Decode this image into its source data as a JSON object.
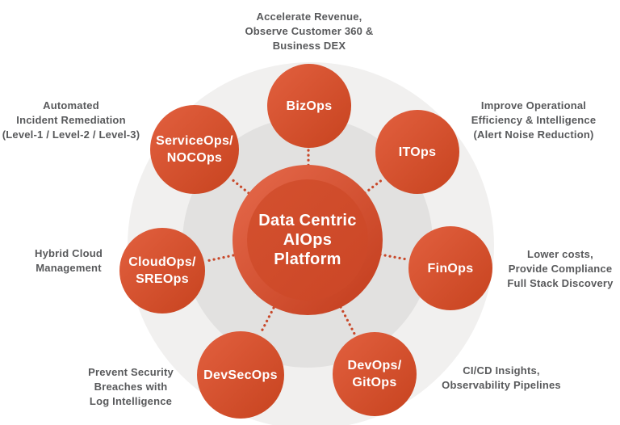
{
  "center": {
    "label": "Data Centric\nAIOps\nPlatform"
  },
  "nodes": {
    "bizops": {
      "label": "BizOps",
      "note": "Accelerate Revenue,\nObserve Customer 360 &\nBusiness DEX"
    },
    "itops": {
      "label": "ITOps",
      "note": "Improve Operational\nEfficiency & Intelligence\n(Alert Noise Reduction)"
    },
    "finops": {
      "label": "FinOps",
      "note": "Lower costs,\nProvide Compliance\nFull Stack Discovery"
    },
    "devops": {
      "label": "DevOps/\nGitOps",
      "note": "CI/CD Insights,\nObservability Pipelines"
    },
    "devsecops": {
      "label": "DevSecOps",
      "note": "Prevent Security\nBreaches with\nLog Intelligence"
    },
    "cloudops": {
      "label": "CloudOps/\nSREOps",
      "note": "Hybrid Cloud\nManagement"
    },
    "serviceops": {
      "label": "ServiceOps/\nNOCOps",
      "note": "Automated\nIncident Remediation\n(Level-1 / Level-2 / Level-3)"
    }
  },
  "colors": {
    "accent_light": "#e2603f",
    "accent_dark": "#c7431f",
    "center_ring_light": "#e66a4c",
    "center_ring_dark": "#c23c1c",
    "center_fill_light": "#d4512f",
    "center_fill_dark": "#cb4626",
    "connector_dot": "#c8482a",
    "halo_outer": "#f1f0ef",
    "halo_inner": "#e2e1e0",
    "note_text": "#58595b",
    "node_text": "#ffffff"
  }
}
